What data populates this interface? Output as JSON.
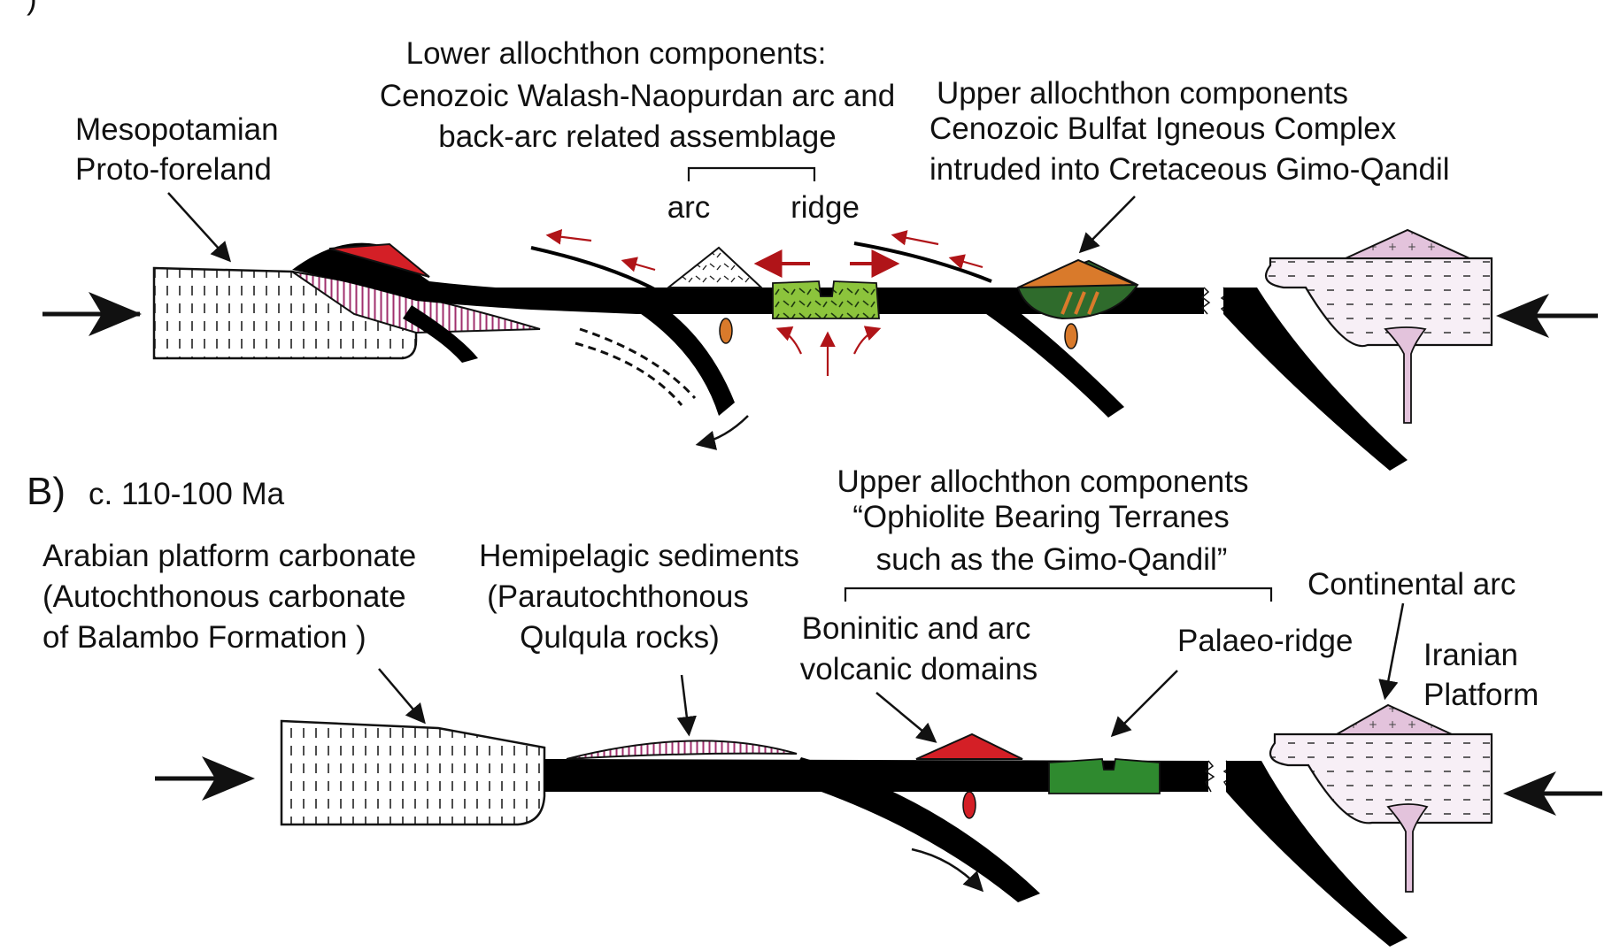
{
  "panel_a": {
    "heading_fragment": ")",
    "lower_allochthon": {
      "line1": "Lower allochthon components:",
      "line2": "Cenozoic Walash-Naopurdan arc and",
      "line3": "back-arc related assemblage",
      "arc": "arc",
      "ridge": "ridge"
    },
    "upper_allochthon": {
      "line1": "Upper allochthon components",
      "line2": "Cenozoic Bulfat Igneous Complex",
      "line3": "intruded into Cretaceous Gimo-Qandil"
    },
    "foreland": {
      "line1": "Mesopotamian",
      "line2": "Proto-foreland"
    }
  },
  "panel_b": {
    "letter": "B)",
    "age": "c. 110-100 Ma",
    "upper_allochthon": {
      "line1": "Upper allochthon components",
      "line2": "“Ophiolite Bearing Terranes",
      "line3": "such as the Gimo-Qandil”"
    },
    "platform_carbonate": {
      "line1": "Arabian platform carbonate",
      "line2": "(Autochthonous carbonate",
      "line3": "of Balambo Formation )"
    },
    "hemipelagic": {
      "line1": "Hemipelagic sediments",
      "line2": "(Parautochthonous",
      "line3": "Qulqula rocks)"
    },
    "boninitic": {
      "line1": "Boninitic and arc",
      "line2": "volcanic domains"
    },
    "palaeo_ridge": "Palaeo-ridge",
    "continental_arc": "Continental arc",
    "iranian": {
      "line1": "Iranian",
      "line2": "Platform"
    }
  },
  "colors": {
    "oceanic_crust": "#000000",
    "thrust_arrows": "#b01418",
    "ridge_green_a": "#8cc43c",
    "ridge_green_b": "#2f8a2f",
    "volcanic_red": "#d41f26",
    "bulfat_orange": "#d97a2b",
    "gimo_green": "#2f6b2c",
    "granite_pink": "#e3c3dc",
    "hemipelagic_stripe": "#a0306e"
  }
}
